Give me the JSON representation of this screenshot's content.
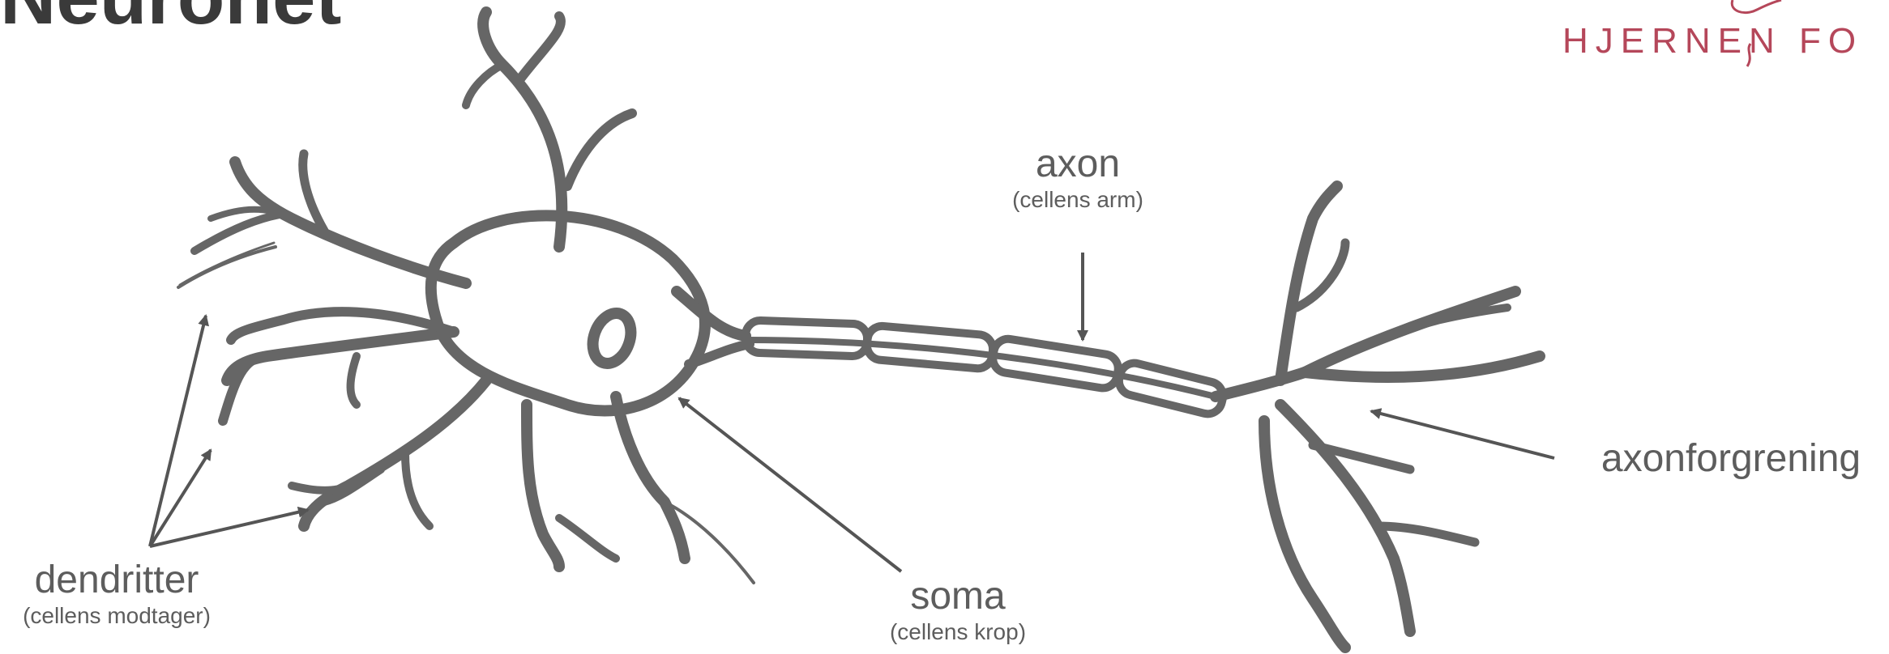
{
  "title": "Neuronet",
  "logo": {
    "text": "HJERNEN FO"
  },
  "labels": {
    "axon": {
      "main": "axon",
      "sub": "(cellens arm)"
    },
    "dendritter": {
      "main": "dendritter",
      "sub": "(cellens modtager)"
    },
    "soma": {
      "main": "soma",
      "sub": "(cellens krop)"
    },
    "axonforgrening": {
      "main": "axonforgrening"
    }
  },
  "colors": {
    "neuron_fill": "#666666",
    "label_text": "#5d5d5d",
    "arrow": "#555555",
    "logo_accent": "#b5475a"
  }
}
